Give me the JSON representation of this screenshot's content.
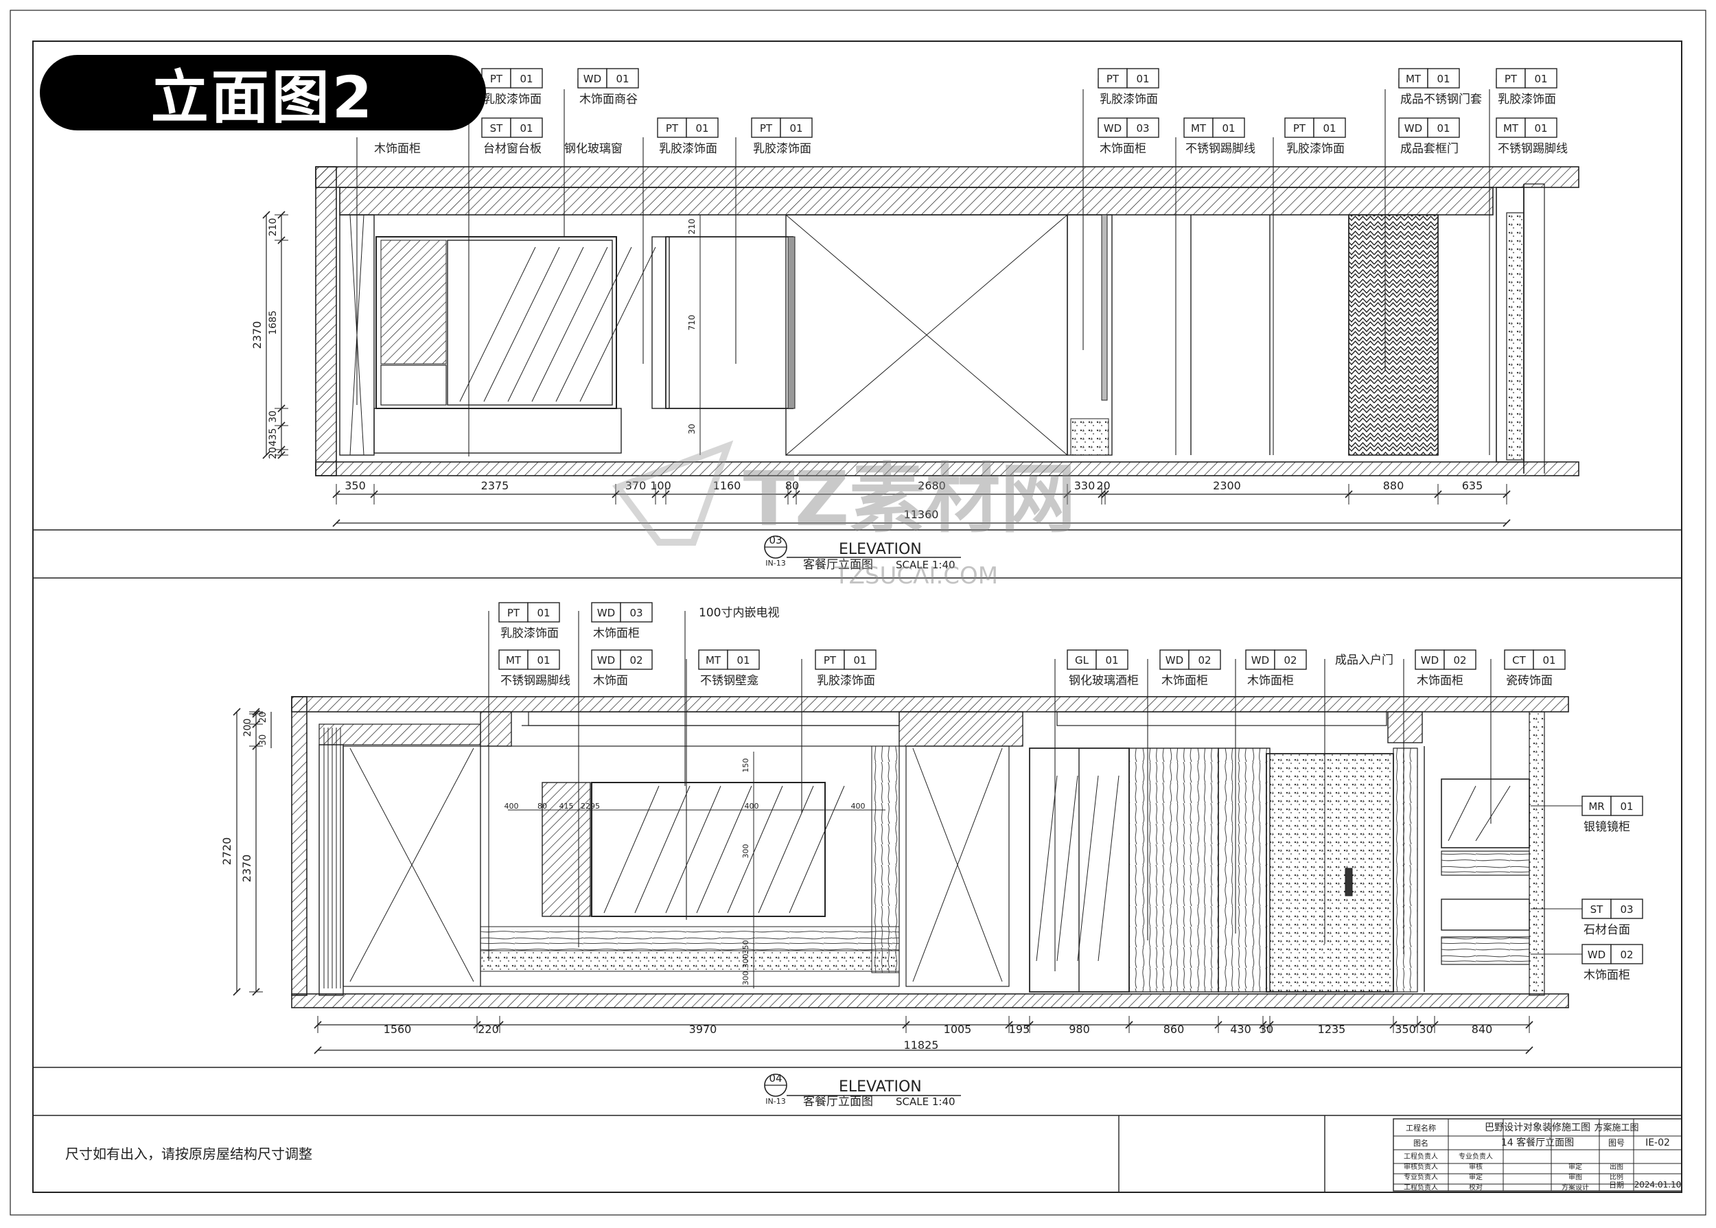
{
  "badge": "立面图2",
  "watermark": {
    "brand": "TZ素材网",
    "url": "TZSUCAI.COM"
  },
  "elev1": {
    "tags_top": [
      {
        "code": "PT",
        "num": "01",
        "label": "乳胶漆饰面"
      },
      {
        "code": "WD",
        "num": "01",
        "label": "木饰面商谷"
      },
      {
        "code": "PT",
        "num": "01",
        "label": "乳胶漆饰面"
      },
      {
        "code": "MT",
        "num": "01",
        "label": "成品不锈钢门套"
      },
      {
        "code": "PT",
        "num": "01",
        "label": "乳胶漆饰面"
      }
    ],
    "tags_low": [
      {
        "label": "木饰面柜"
      },
      {
        "code": "ST",
        "num": "01",
        "label": "台材窗台板"
      },
      {
        "label": "钢化玻璃窗"
      },
      {
        "code": "PT",
        "num": "01",
        "label": "乳胶漆饰面"
      },
      {
        "code": "PT",
        "num": "01",
        "label": "乳胶漆饰面"
      },
      {
        "code": "WD",
        "num": "03",
        "label": "木饰面柜"
      },
      {
        "code": "MT",
        "num": "01",
        "label": "不锈钢踢脚线"
      },
      {
        "code": "PT",
        "num": "01",
        "label": "乳胶漆饰面"
      },
      {
        "code": "WD",
        "num": "01",
        "label": "成品套框门"
      },
      {
        "code": "MT",
        "num": "01",
        "label": "不锈钢踢脚线"
      }
    ],
    "dims": [
      "350",
      "2375",
      "370",
      "100",
      "1160",
      "80",
      "2680",
      "330",
      "20",
      "2300",
      "880",
      "635"
    ],
    "total": "11360",
    "vdims": [
      "210",
      "1685",
      "30",
      "435",
      "20"
    ],
    "vtotal": "2370",
    "inner_dims": [
      "210",
      "710",
      "30"
    ],
    "circle_num": "03",
    "circle_sub": "IN-13",
    "title": "ELEVATION",
    "subtitle": "客餐厅立面图",
    "scale": "SCALE 1:40"
  },
  "elev2": {
    "tags_top": [
      {
        "code": "PT",
        "num": "01",
        "label": "乳胶漆饰面"
      },
      {
        "code": "WD",
        "num": "03",
        "label": "木饰面柜"
      },
      {
        "label": "100寸内嵌电视"
      }
    ],
    "tags_low": [
      {
        "code": "MT",
        "num": "01",
        "label": "不锈钢踢脚线"
      },
      {
        "code": "WD",
        "num": "02",
        "label": "木饰面"
      },
      {
        "code": "MT",
        "num": "01",
        "label": "不锈钢壁龛"
      },
      {
        "code": "PT",
        "num": "01",
        "label": "乳胶漆饰面"
      },
      {
        "code": "GL",
        "num": "01",
        "label": "钢化玻璃酒柜"
      },
      {
        "code": "WD",
        "num": "02",
        "label": "木饰面柜"
      },
      {
        "code": "WD",
        "num": "02",
        "label": "木饰面柜"
      },
      {
        "label": "成品入户门"
      },
      {
        "code": "WD",
        "num": "02",
        "label": "木饰面柜"
      },
      {
        "code": "CT",
        "num": "01",
        "label": "瓷砖饰面"
      }
    ],
    "side_tags": [
      {
        "code": "MR",
        "num": "01",
        "label": "银镜镜柜"
      },
      {
        "code": "ST",
        "num": "03",
        "label": "石材台面"
      },
      {
        "code": "WD",
        "num": "02",
        "label": "木饰面柜"
      }
    ],
    "dims": [
      "1560",
      "220",
      "3970",
      "1005",
      "195",
      "980",
      "860",
      "430",
      "30",
      "1235",
      "350",
      "30",
      "840"
    ],
    "total": "11825",
    "vdims": [
      "20",
      "200",
      "30"
    ],
    "vtotal_outer": "2720",
    "vtotal_inner": "2370",
    "tv_dims": [
      "400",
      "80",
      "415",
      "2295",
      "400",
      "400"
    ],
    "tv_v": [
      "150",
      "300",
      "350",
      "300",
      "300"
    ],
    "circle_num": "04",
    "circle_sub": "IN-13",
    "title": "ELEVATION",
    "subtitle": "客餐厅立面图",
    "scale": "SCALE 1:40"
  },
  "footer": {
    "note": "尺寸如有出入，请按原房屋结构尺寸调整",
    "tb_project_label": "工程名称",
    "tb_project": "巴野设计对象装修施工图",
    "tb_drawing_label": "图名",
    "tb_drawing": "14 客餐厅立面图",
    "tb_stage": "方案施工图",
    "tb_no_label": "图号",
    "tb_no": "IE-02",
    "tb_date_label": "日期",
    "tb_date": "2024.01.10",
    "tb_rows": [
      "工程负责人",
      "审核负责人",
      "专业负责人",
      "工程负责人"
    ],
    "tb_mid": [
      "专业负责人",
      "审核",
      "审定",
      "校对"
    ],
    "tb_mid2": [
      "",
      "审定",
      "审图",
      "方案设计"
    ],
    "tb_right": [
      "",
      "出图",
      "比例",
      ""
    ]
  }
}
